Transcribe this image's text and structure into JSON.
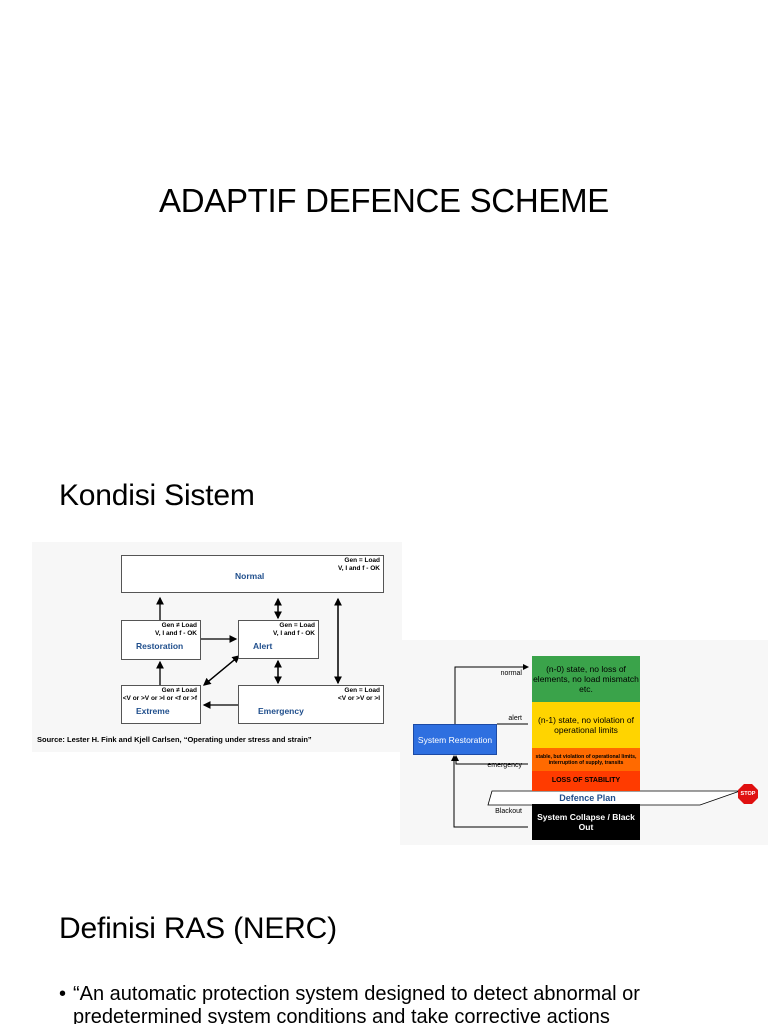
{
  "slide1": {
    "title": "ADAPTIF DEFENCE SCHEME"
  },
  "slide2": {
    "heading": "Kondisi Sistem",
    "diagram1": {
      "states": {
        "normal": {
          "label": "Normal",
          "cond": "Gen = Load\nV, I and f - OK"
        },
        "restoration": {
          "label": "Restoration",
          "cond": "Gen ≠ Load\nV, I and f - OK"
        },
        "alert": {
          "label": "Alert",
          "cond": "Gen = Load\nV, I and f - OK"
        },
        "extreme": {
          "label": "Extreme",
          "cond": "Gen ≠ Load\n<V or >V or >I or <f or >f"
        },
        "emergency": {
          "label": "Emergency",
          "cond": "Gen = Load\n<V or >V or >I"
        }
      },
      "source": "Source: Lester H. Fink and Kjell Carlsen, “Operating under stress and strain”"
    },
    "diagram2": {
      "side_labels": {
        "normal": "normal",
        "alert": "alert",
        "emergency": "emergency",
        "blackout": "Blackout"
      },
      "levels": {
        "normal": "(n-0) state, no loss of elements, no load mismatch etc.",
        "alert": "(n-1) state, no violation of operational limits",
        "emergency": "stable, but violation of operational limits, interruption of supply, transits",
        "loss": "LOSS OF STABILITY",
        "blackout": "System Collapse / Black Out"
      },
      "restoration": "System Restoration",
      "defence_plan": "Defence Plan",
      "stop": "STOP",
      "colors": {
        "normal": "#3aa34a",
        "alert": "#ffd400",
        "emergency": "#ff6a00",
        "loss": "#ff3b00",
        "blackout": "#000000",
        "restoration": "#2e6fe0"
      }
    }
  },
  "slide3": {
    "heading": "Definisi RAS (NERC)",
    "bullet": "“An automatic protection system designed to detect abnormal or predetermined system conditions and take corrective actions"
  }
}
